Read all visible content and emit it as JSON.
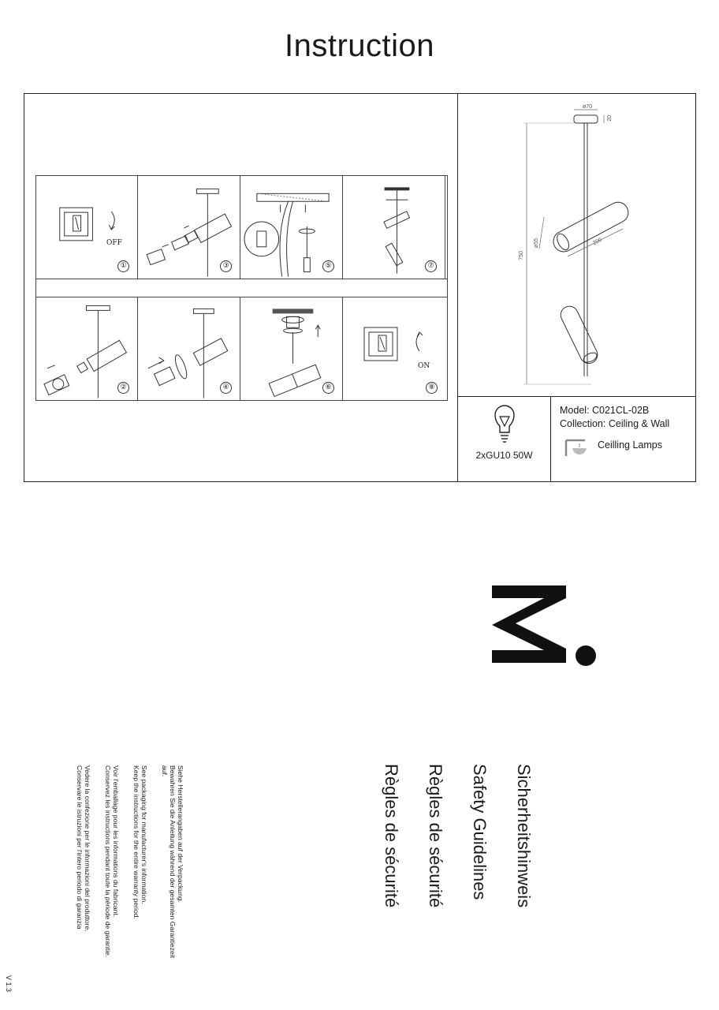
{
  "page": {
    "title": "Instruction"
  },
  "steps": [
    {
      "num": "①",
      "label": "OFF"
    },
    {
      "num": "②"
    },
    {
      "num": "③"
    },
    {
      "num": "④"
    },
    {
      "num": "⑤"
    },
    {
      "num": "⑥"
    },
    {
      "num": "⑦"
    },
    {
      "num": "⑧",
      "label": "ON"
    }
  ],
  "dimensions": {
    "canopy_diameter": "ø70",
    "canopy_height": "20",
    "total_height": "750",
    "shade_diameter": "ø55",
    "shade_length": "200"
  },
  "bulb": {
    "label": "2xGU10 50W"
  },
  "product": {
    "model": "Model: C021CL-02B",
    "collection": "Collection: Ceiling & Wall",
    "category": "Ceilling Lamps"
  },
  "safety": {
    "headings": [
      "Sicherheitshinweis",
      "Safety Guidelines",
      "Règles de sécurité",
      "Règles de sécurité"
    ],
    "lines": [
      "Siehe Herstellerangaben auf der Verpackung.",
      "Bewahren Sie die Anleitung während der gesamten Garantiezeit",
      "auf.",
      "See packaging for manufacturer's information.",
      "Keep the instructions for the entire warranty period.",
      "Voir l'emballage pour les informations du fabricant.",
      "Conservez les instructions pendant toute la période de garantie.",
      "Vedere la confezione per le informazioni del produttore.",
      "Conservare le istruzioni per l'intero periodo di garanzia"
    ]
  },
  "version": "V 1.3",
  "colors": {
    "ink": "#1a1a1a",
    "line": "#444444",
    "background": "#ffffff"
  }
}
